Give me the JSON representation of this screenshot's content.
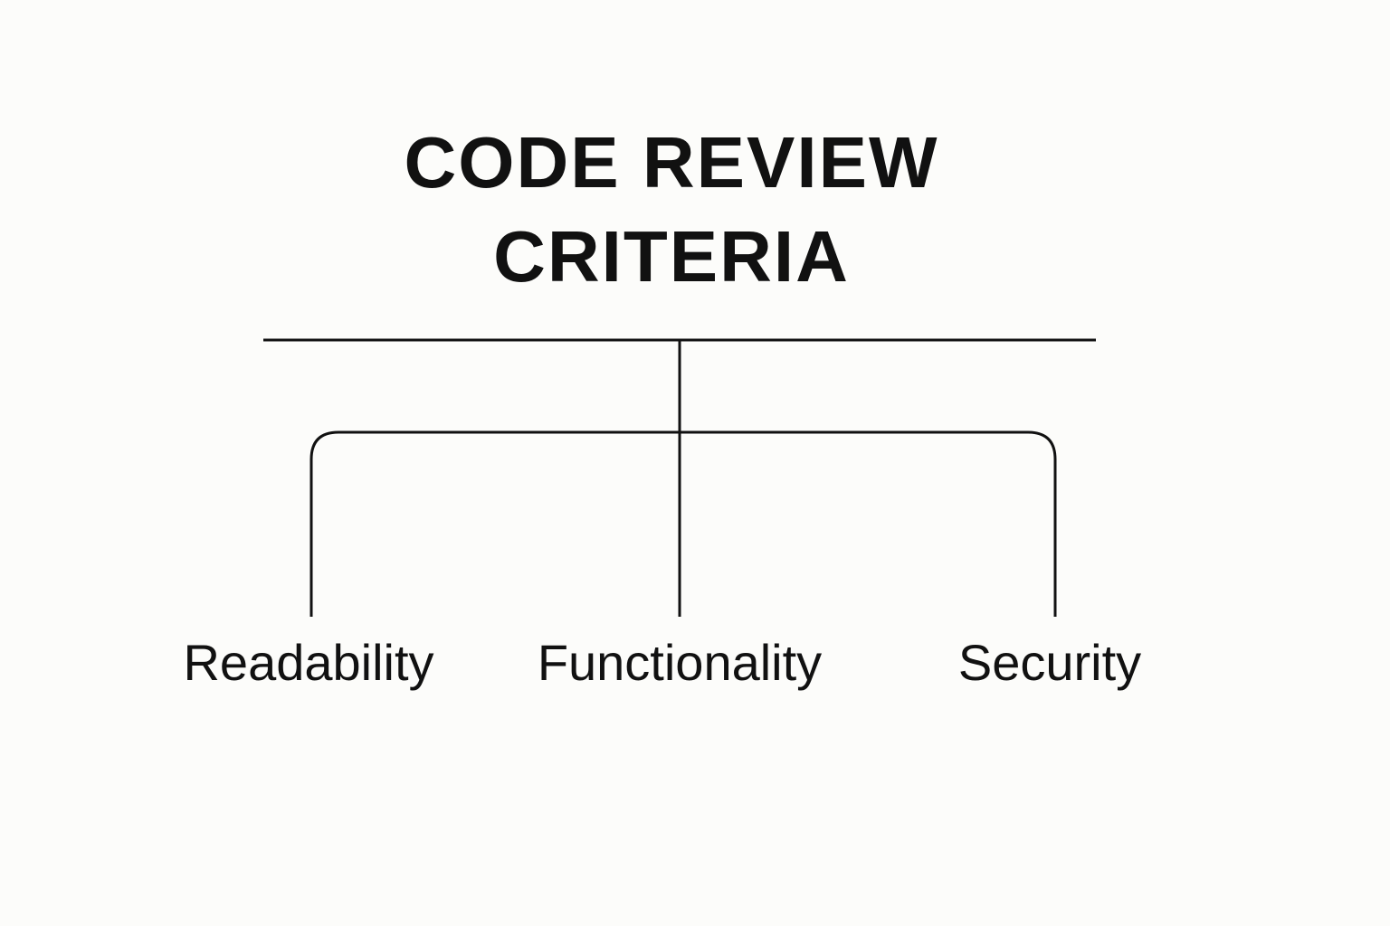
{
  "title": {
    "line1": "CODE REVIEW",
    "line2": "CRITERIA"
  },
  "criteria": [
    {
      "label": "Readability"
    },
    {
      "label": "Functionality"
    },
    {
      "label": "Security"
    }
  ]
}
